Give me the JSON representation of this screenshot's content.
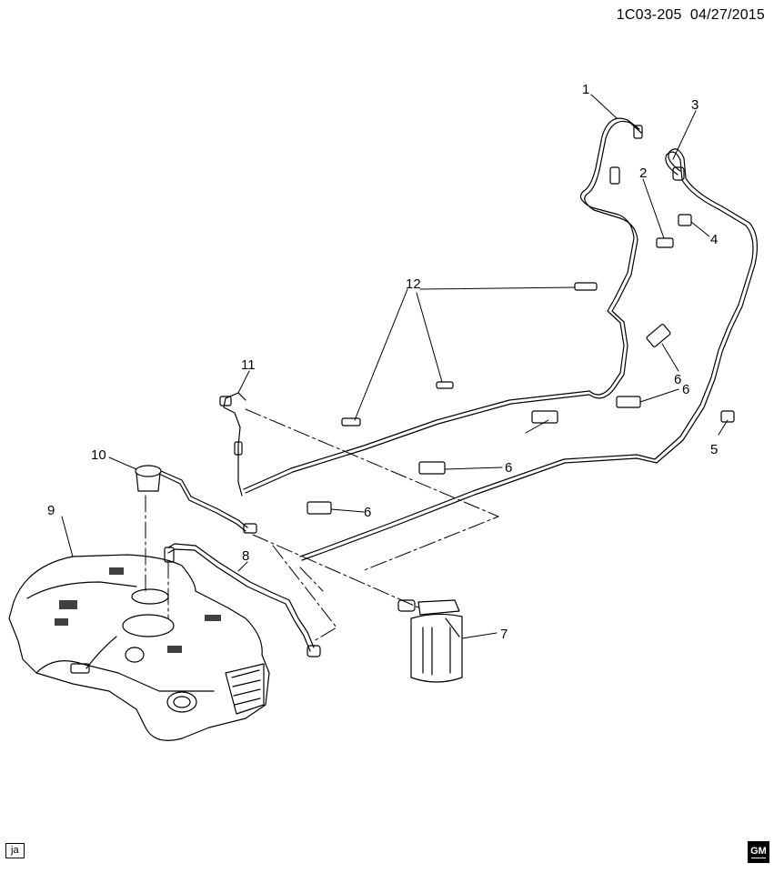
{
  "header": {
    "code": "1C03-205",
    "date": "04/27/2015"
  },
  "callouts": [
    {
      "id": "c1",
      "text": "1"
    },
    {
      "id": "c2",
      "text": "2"
    },
    {
      "id": "c3",
      "text": "3"
    },
    {
      "id": "c4",
      "text": "4"
    },
    {
      "id": "c5",
      "text": "5"
    },
    {
      "id": "c6a",
      "text": "6"
    },
    {
      "id": "c6b",
      "text": "6"
    },
    {
      "id": "c6c",
      "text": "6"
    },
    {
      "id": "c6d",
      "text": "6"
    },
    {
      "id": "c7",
      "text": "7"
    },
    {
      "id": "c8",
      "text": "8"
    },
    {
      "id": "c9",
      "text": "9"
    },
    {
      "id": "c10",
      "text": "10"
    },
    {
      "id": "c11",
      "text": "11"
    },
    {
      "id": "c12",
      "text": "12"
    }
  ],
  "footer": {
    "tag": "ja",
    "logo_text": "GM"
  }
}
